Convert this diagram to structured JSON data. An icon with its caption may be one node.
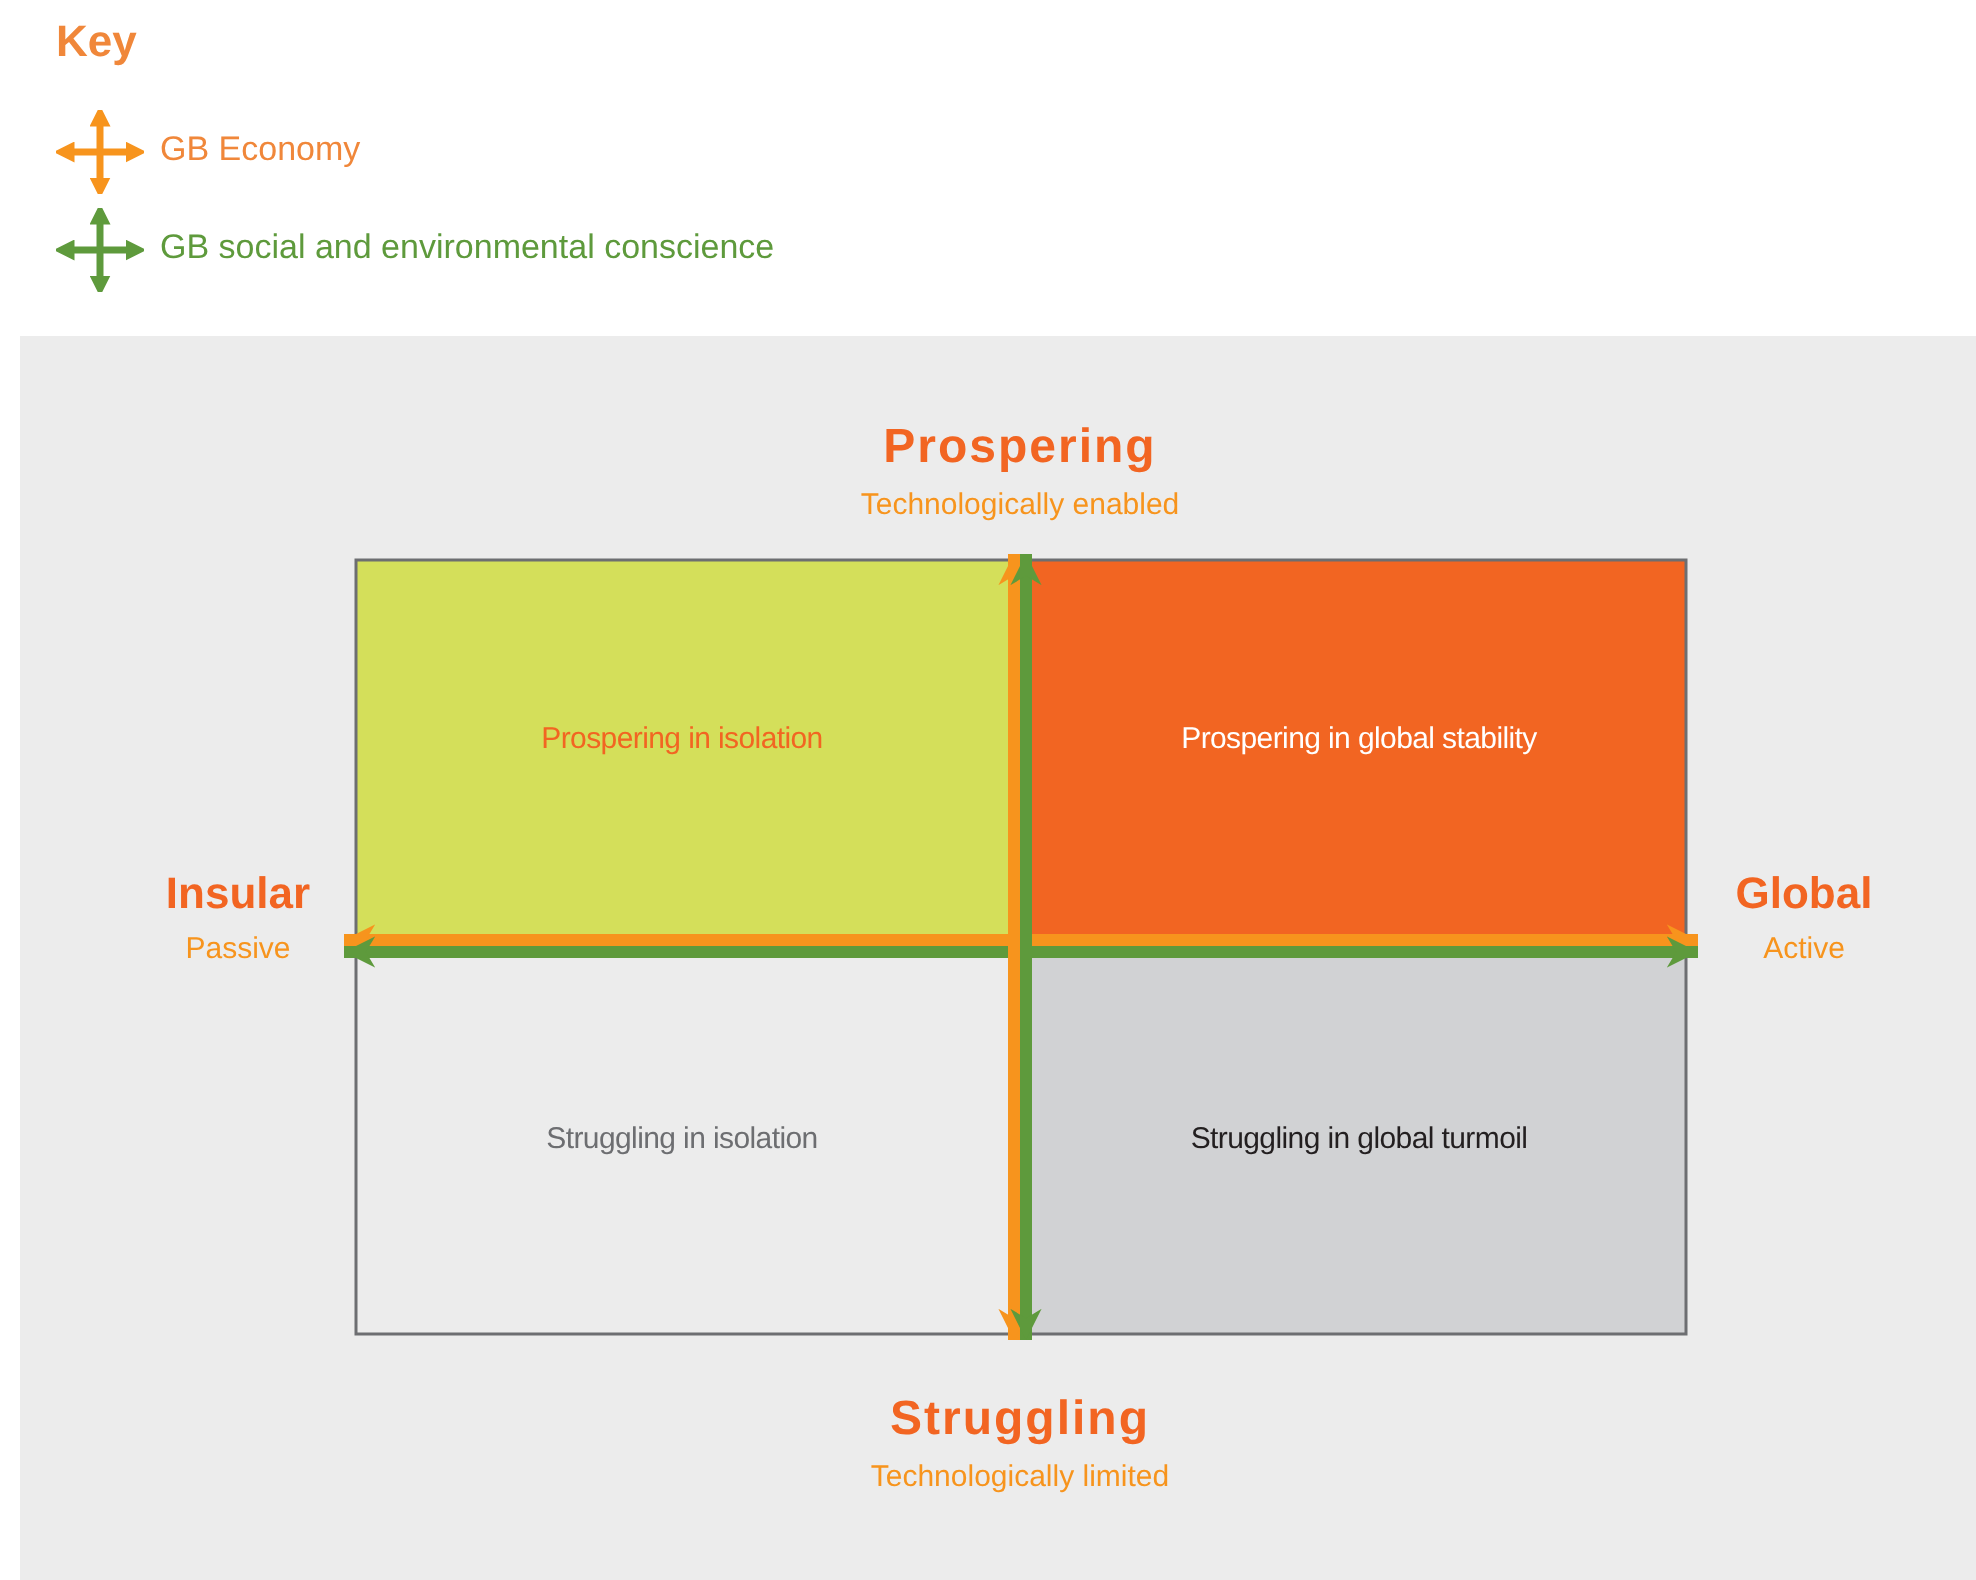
{
  "diagram": {
    "nodes": [
      {
        "text": [
          "Prospering",
          "Technologically enabled"
        ]
      },
      {
        "text": [
          "Prospering in isolation"
        ]
      },
      {
        "text": [
          "Prospering in global stability"
        ]
      },
      {
        "text": [
          "Insular",
          "Passive"
        ]
      },
      {
        "text": [
          "Global",
          "Active"
        ]
      },
      {
        "text": [
          "Struggling in isolation"
        ]
      },
      {
        "text": [
          "Struggling in global turmoil"
        ]
      },
      {
        "text": [
          "Struggling",
          "Technologically limited"
        ]
      }
    ],
    "edges": [
      {
        "from": 3,
        "to": 4,
        "arrow": "both",
        "color": "#f7941d"
      },
      {
        "from": 3,
        "to": 4,
        "arrow": "both",
        "color": "#5e9a3c"
      },
      {
        "from": 0,
        "to": 7,
        "arrow": "both",
        "color": "#f7941d"
      },
      {
        "from": 0,
        "to": 7,
        "arrow": "both",
        "color": "#5e9a3c"
      }
    ],
    "labels": [
      "Key"
    ],
    "legend": [
      {
        "text": "GB Economy"
      },
      {
        "text": "GB social and environmental conscience"
      }
    ]
  }
}
